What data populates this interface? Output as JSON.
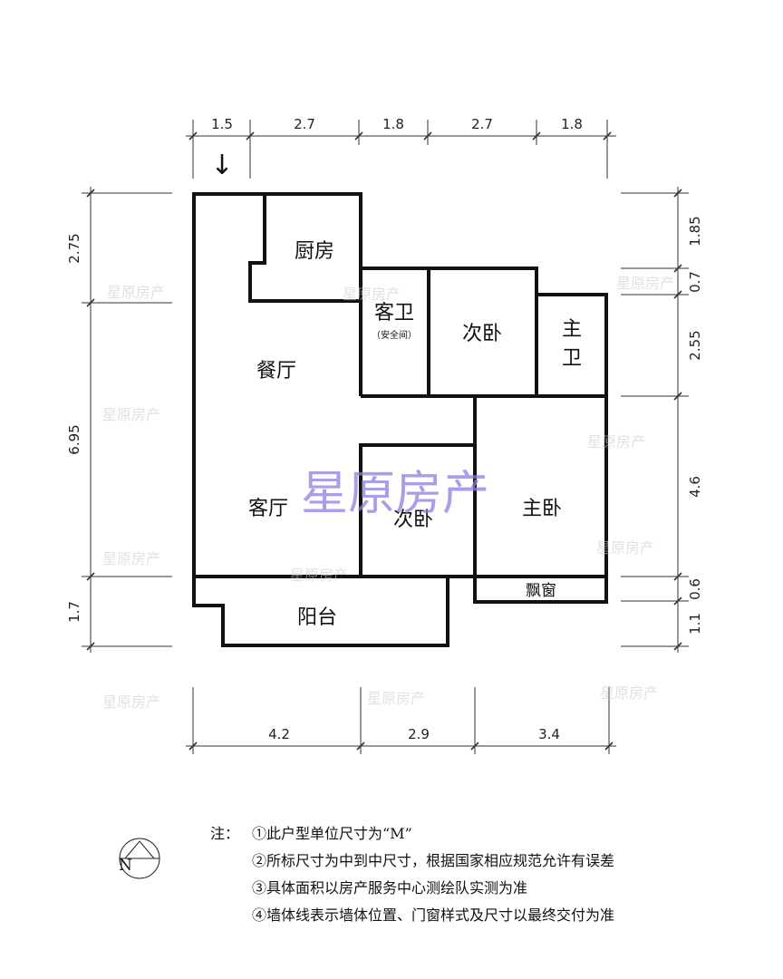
{
  "plan": {
    "top_dims": [
      "1.5",
      "2.7",
      "1.8",
      "2.7",
      "1.8"
    ],
    "bottom_dims": [
      "4.2",
      "2.9",
      "3.4"
    ],
    "left_dims": [
      "2.75",
      "6.95",
      "1.7"
    ],
    "right_dims": [
      "1.85",
      "0.7",
      "2.55",
      "4.6",
      "0.6",
      "1.1"
    ],
    "entry_arrow": "↓",
    "rooms": {
      "kitchen": "厨房",
      "guest_bath": "客卫",
      "guest_bath_note": "（安全间）",
      "second_bedroom_top": "次卧",
      "master_bath_line1": "主",
      "master_bath_line2": "卫",
      "dining": "餐厅",
      "living": "客厅",
      "second_bedroom_mid": "次卧",
      "master_bedroom": "主卧",
      "bay_window": "飘窗",
      "balcony": "阳台"
    },
    "watermark": "星原房产"
  },
  "compass": {
    "north": "N"
  },
  "notes": {
    "title": "注：",
    "items": [
      "①此户型单位尺寸为“M”",
      "②所标尺寸为中到中尺寸，根据国家相应规范允许有误差",
      "③具体面积以房产服务中心测绘队实测为准",
      "④墙体线表示墙体位置、门窗样式及尺寸以最终交付为准"
    ]
  },
  "colors": {
    "wall": "#111111",
    "watermark_main": "#8a7fe0",
    "watermark_faint": "#c9c9c9"
  }
}
